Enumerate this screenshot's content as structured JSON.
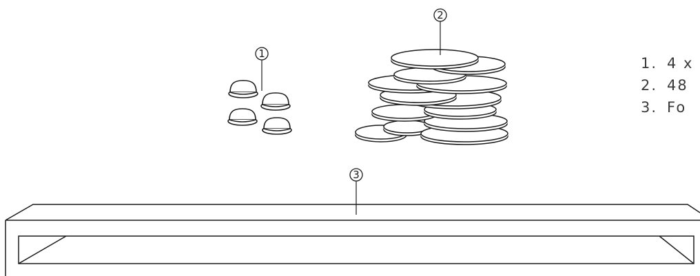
{
  "callouts": [
    {
      "number": "1",
      "name": "bumper-feet"
    },
    {
      "number": "2",
      "name": "adhesive-pads"
    },
    {
      "number": "3",
      "name": "monitor-stand"
    }
  ],
  "legend": [
    {
      "num": "1.",
      "text": "4 x"
    },
    {
      "num": "2.",
      "text": "48"
    },
    {
      "num": "3.",
      "text": "Fo"
    }
  ],
  "colors": {
    "line": "#1a1a1a",
    "text": "#3a3a3a",
    "background": "#ffffff"
  }
}
